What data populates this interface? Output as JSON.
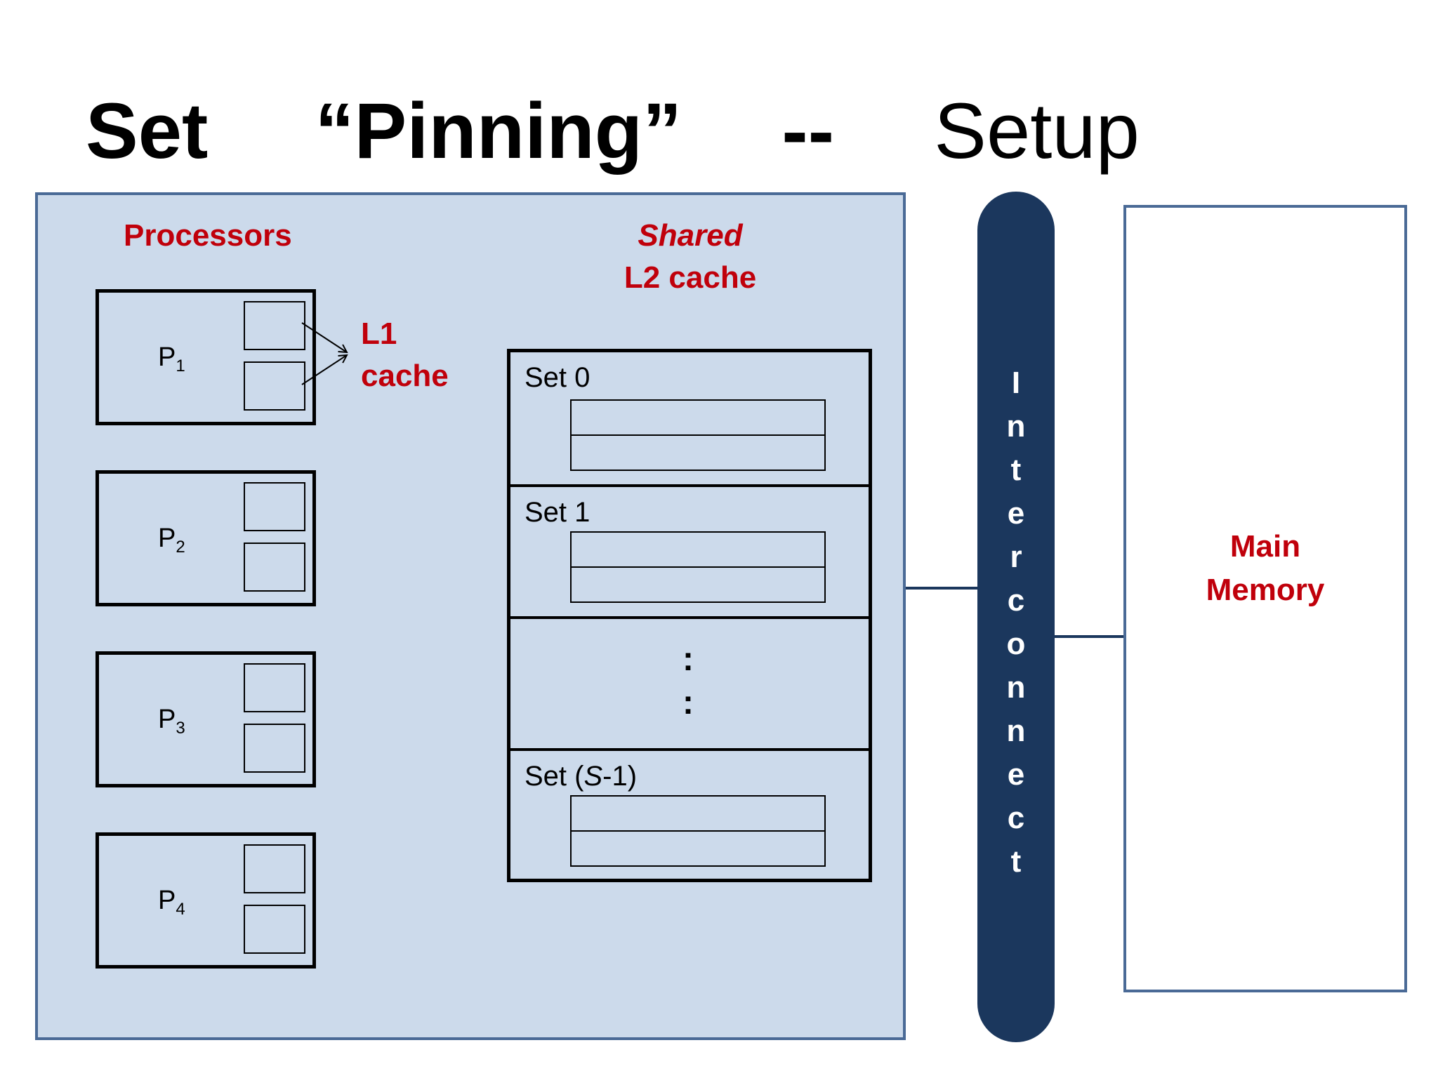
{
  "title": {
    "part1": "Set",
    "part2": "“Pinning”",
    "part3": "--",
    "part4": "Setup"
  },
  "labels": {
    "processors": "Processors",
    "l2_line1": "Shared",
    "l2_line2": "L2 cache",
    "l1_line1": "L1",
    "l1_line2": "cache",
    "interconnect_letters": [
      "I",
      "n",
      "t",
      "e",
      "r",
      "c",
      "o",
      "n",
      "n",
      "e",
      "c",
      "t"
    ],
    "memory_line1": "Main",
    "memory_line2": "Memory"
  },
  "processors": [
    {
      "name": "P",
      "sub": "1"
    },
    {
      "name": "P",
      "sub": "2"
    },
    {
      "name": "P",
      "sub": "3"
    },
    {
      "name": "P",
      "sub": "4"
    }
  ],
  "sets": {
    "set0": "Set 0",
    "set1": "Set 1",
    "dots": ":",
    "last_prefix": "Set (",
    "last_var": "S",
    "last_suffix": "-1)"
  },
  "colors": {
    "chip_fill": "#ccdaeb",
    "chip_border": "#4a6a96",
    "label_red": "#c0000b",
    "interconnect": "#1b375d"
  }
}
